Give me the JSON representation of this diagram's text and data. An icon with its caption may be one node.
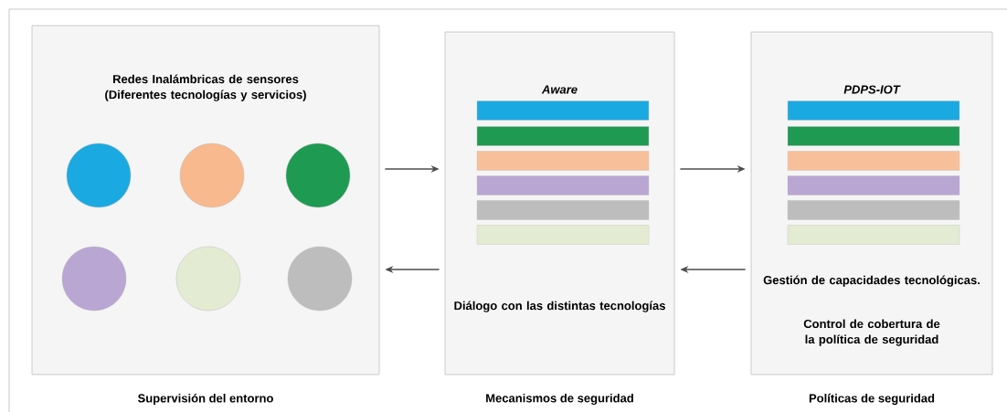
{
  "diagram": {
    "nodes": [
      {
        "text": [
          "Redes Inalámbricas de sensores (Diferentes tecnologías y servicios)"
        ],
        "beside": [
          "Supervisión del entorno"
        ]
      },
      {
        "text": [],
        "shape": "circle",
        "in": 0
      },
      {
        "text": [],
        "shape": "circle",
        "in": 0
      },
      {
        "text": [],
        "shape": "circle",
        "in": 0
      },
      {
        "text": [],
        "shape": "circle",
        "in": 0
      },
      {
        "text": [],
        "shape": "circle",
        "in": 0
      },
      {
        "text": [],
        "shape": "circle",
        "in": 0
      },
      {
        "text": [
          "Aware",
          "Diálogo con las distintas tecnologías"
        ],
        "beside": [
          "Mecanismos de seguridad"
        ]
      },
      {
        "text": [],
        "shape": "bar",
        "in": 7
      },
      {
        "text": [],
        "shape": "bar",
        "in": 7
      },
      {
        "text": [],
        "shape": "bar",
        "in": 7
      },
      {
        "text": [],
        "shape": "bar",
        "in": 7
      },
      {
        "text": [],
        "shape": "bar",
        "in": 7
      },
      {
        "text": [],
        "shape": "bar",
        "in": 7
      },
      {
        "text": [
          "PDPS-IOT",
          "Gestión de capacidades tecnológicas.",
          "Control de cobertura de la política de seguridad"
        ],
        "beside": [
          "Políticas de seguridad"
        ]
      },
      {
        "text": [],
        "shape": "bar",
        "in": 14
      },
      {
        "text": [],
        "shape": "bar",
        "in": 14
      },
      {
        "text": [],
        "shape": "bar",
        "in": 14
      },
      {
        "text": [],
        "shape": "bar",
        "in": 14
      },
      {
        "text": [],
        "shape": "bar",
        "in": 14
      },
      {
        "text": [],
        "shape": "bar",
        "in": 14
      }
    ],
    "edges": [
      {
        "from": 0,
        "to": 7,
        "arrow": "to"
      },
      {
        "from": 7,
        "to": 14,
        "arrow": "to"
      },
      {
        "from": 14,
        "to": 7,
        "arrow": "to"
      },
      {
        "from": 7,
        "to": 0,
        "arrow": "to"
      }
    ]
  }
}
